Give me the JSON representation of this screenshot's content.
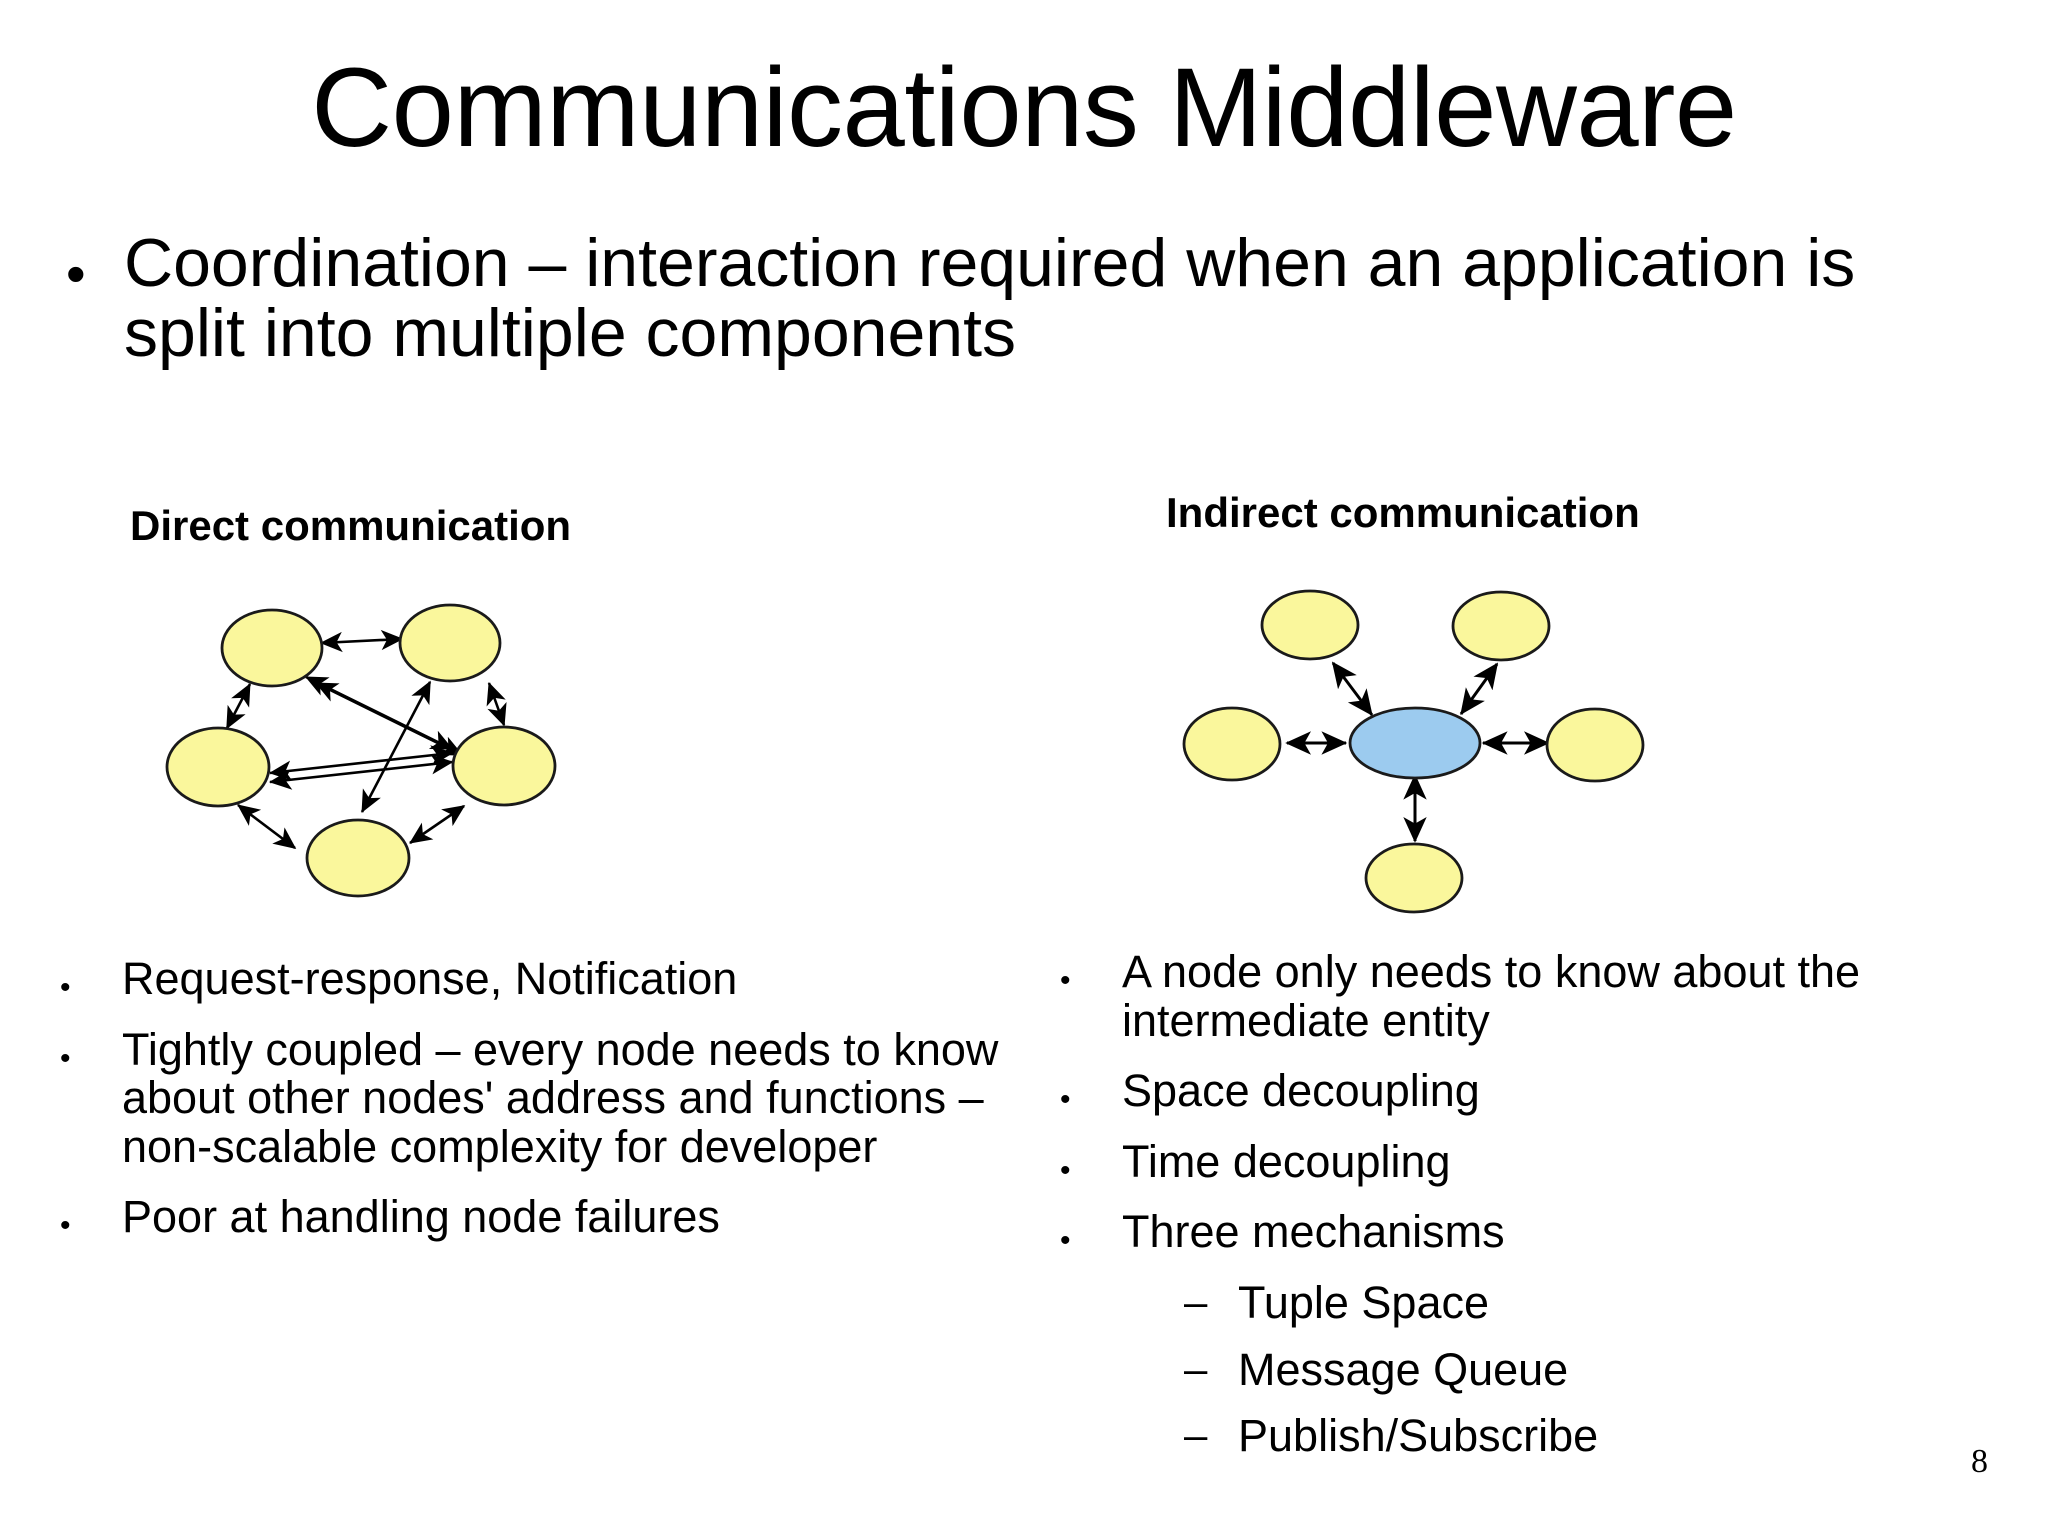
{
  "slide": {
    "title": "Communications Middleware",
    "page_number": "8",
    "background_color": "#ffffff"
  },
  "lead_bullet": {
    "marker": "•",
    "text": "Coordination –  interaction required when an application is split into multiple components"
  },
  "columns": {
    "left": {
      "heading": "Direct communication",
      "bullets": [
        {
          "marker": "•",
          "text": "Request-response, Notification"
        },
        {
          "marker": "•",
          "text": "Tightly coupled – every node needs to know about other nodes' address and functions – non-scalable complexity for developer"
        },
        {
          "marker": "•",
          "text": "Poor at handling node failures"
        }
      ]
    },
    "right": {
      "heading": "Indirect communication",
      "bullets": [
        {
          "marker": "•",
          "text": "A node only needs to know about the intermediate entity"
        },
        {
          "marker": "•",
          "text": "Space decoupling"
        },
        {
          "marker": "•",
          "text": "Time decoupling"
        },
        {
          "marker": "•",
          "text": "Three mechanisms"
        }
      ],
      "sub_bullets": [
        {
          "marker": "–",
          "text": "Tuple Space"
        },
        {
          "marker": "–",
          "text": "Message Queue"
        },
        {
          "marker": "–",
          "text": "Publish/Subscribe"
        }
      ]
    }
  },
  "diagrams": {
    "colors": {
      "node_fill": "#FAF79C",
      "hub_fill": "#9CCBEF",
      "stroke": "#000000"
    },
    "direct": {
      "label": "mesh-topology",
      "node_count": 5,
      "edge_count": 8,
      "edge_style": "double-headed-arrow"
    },
    "indirect": {
      "label": "star-topology",
      "node_count": 5,
      "hub_count": 1,
      "edge_count": 5,
      "edge_style": "double-headed-arrow"
    }
  }
}
